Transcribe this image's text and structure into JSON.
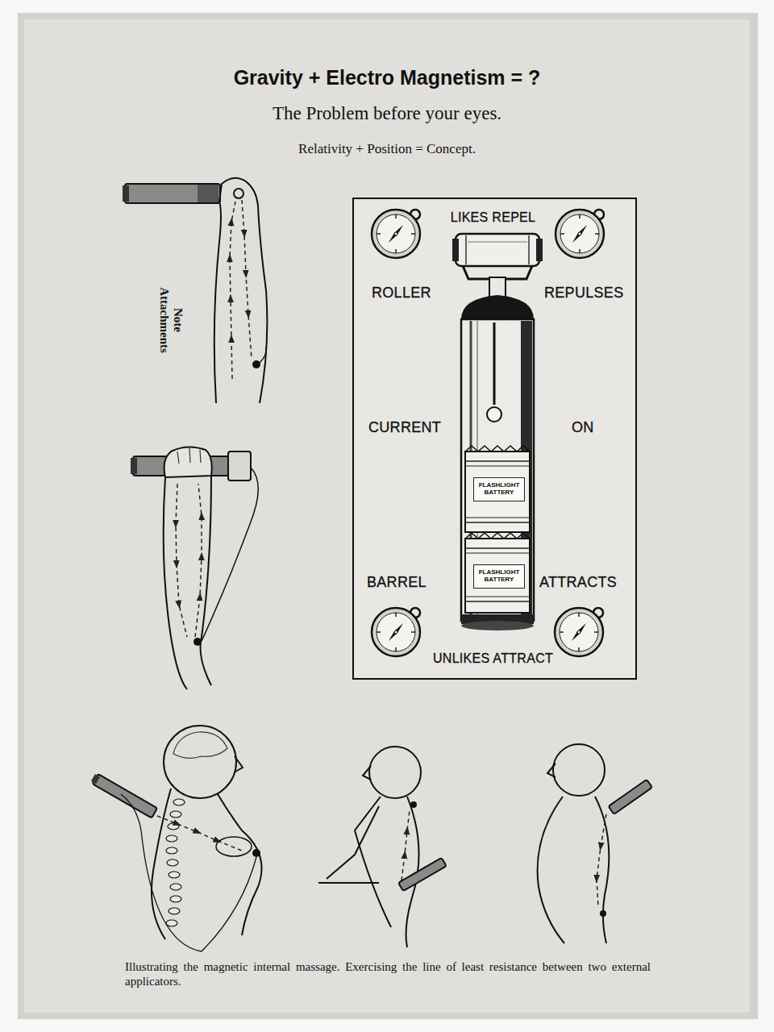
{
  "diagram": {
    "title": "Gravity + Electro Magnetism = ?",
    "caption": "Illustrating the magnetic internal massage. Exercising the line of least resistance between two external applicators.",
    "nodes": [
      {
        "text": [
          "LIKES REPEL",
          "ROLLER",
          "REPULSES",
          "CURRENT",
          "ON",
          "BARREL",
          "ATTRACTS",
          "UNLIKES ATTRACT"
        ]
      },
      {
        "text": [
          "FLASHLIGHT BATTERY"
        ],
        "in": 0
      },
      {
        "text": [
          "FLASHLIGHT BATTERY"
        ],
        "in": 0
      }
    ],
    "labels": [
      "The Problem before your eyes.",
      "Relativity + Position = Concept.",
      "Note Attachments"
    ]
  }
}
